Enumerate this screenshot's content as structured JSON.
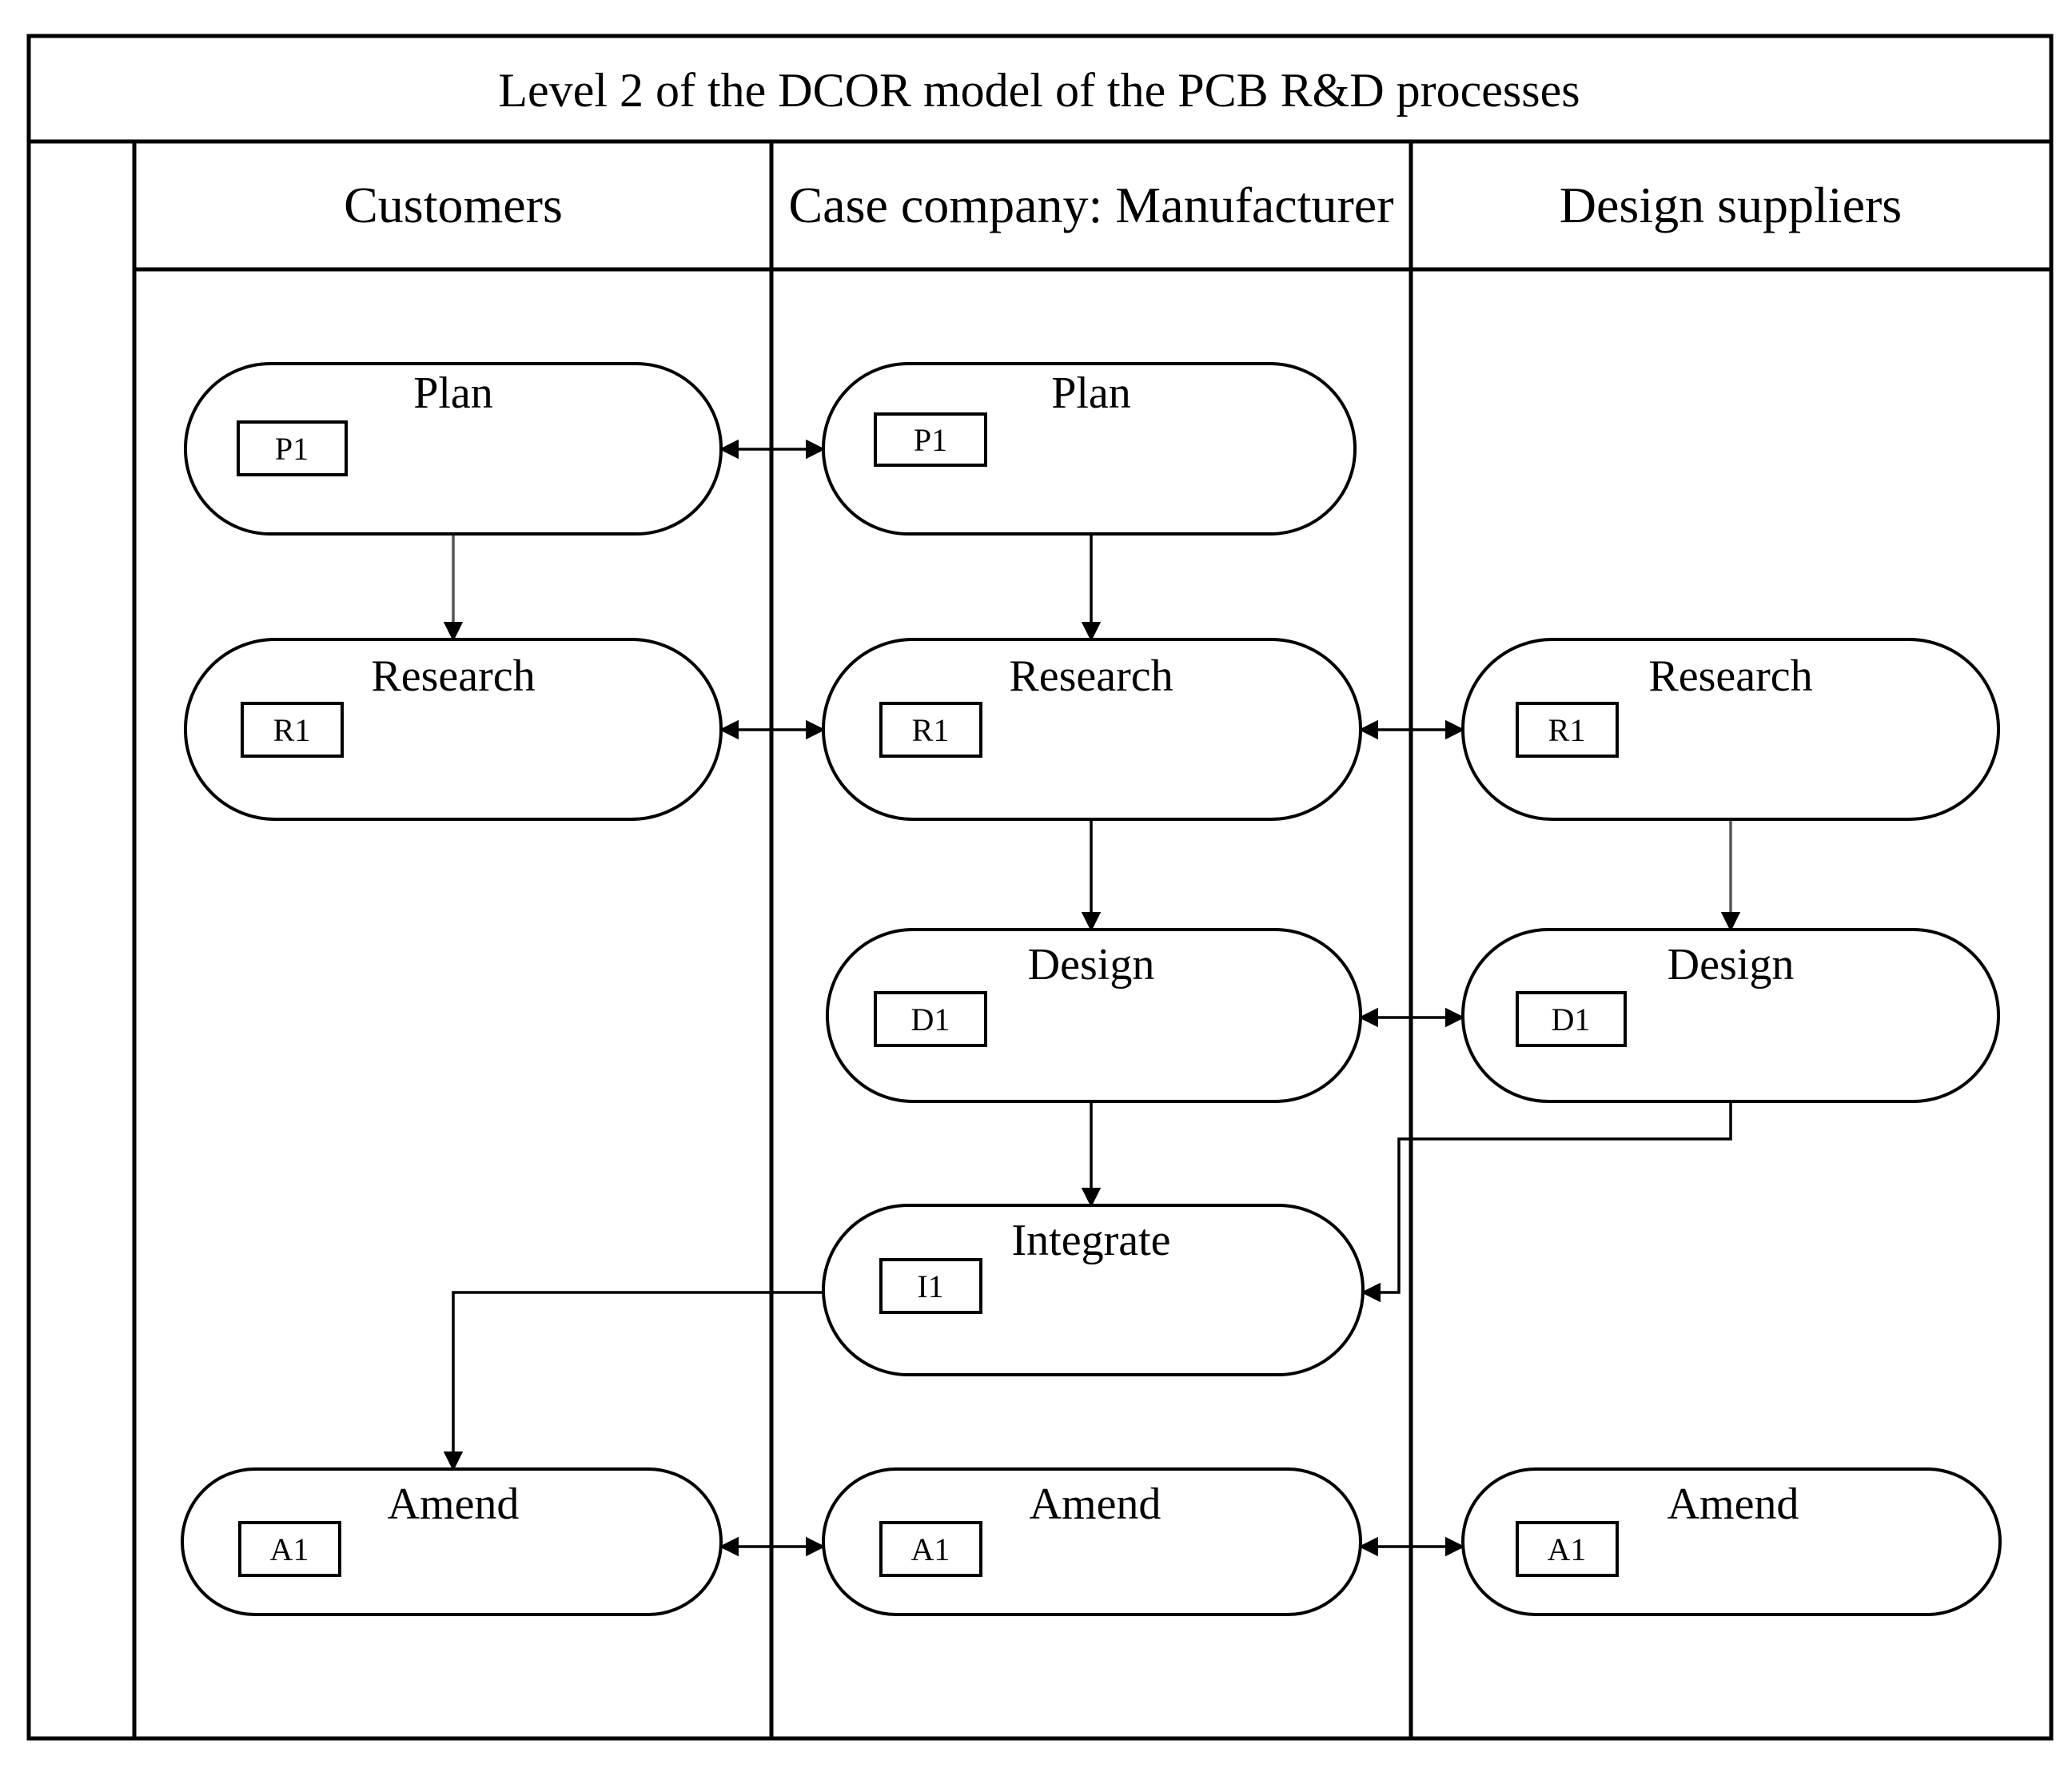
{
  "title": "Level 2 of the DCOR model of the PCB R&D processes",
  "lanes": [
    {
      "id": "customers",
      "label": "Customers"
    },
    {
      "id": "manufacturer",
      "label": "Case company: Manufacturer"
    },
    {
      "id": "suppliers",
      "label": "Design suppliers"
    }
  ],
  "nodes": [
    {
      "id": "c-plan",
      "lane": "customers",
      "label": "Plan",
      "code": "P1"
    },
    {
      "id": "c-research",
      "lane": "customers",
      "label": "Research",
      "code": "R1"
    },
    {
      "id": "c-amend",
      "lane": "customers",
      "label": "Amend",
      "code": "A1"
    },
    {
      "id": "m-plan",
      "lane": "manufacturer",
      "label": "Plan",
      "code": "P1"
    },
    {
      "id": "m-research",
      "lane": "manufacturer",
      "label": "Research",
      "code": "R1"
    },
    {
      "id": "m-design",
      "lane": "manufacturer",
      "label": "Design",
      "code": "D1"
    },
    {
      "id": "m-integrate",
      "lane": "manufacturer",
      "label": "Integrate",
      "code": "I1"
    },
    {
      "id": "m-amend",
      "lane": "manufacturer",
      "label": "Amend",
      "code": "A1"
    },
    {
      "id": "s-research",
      "lane": "suppliers",
      "label": "Research",
      "code": "R1"
    },
    {
      "id": "s-design",
      "lane": "suppliers",
      "label": "Design",
      "code": "D1"
    },
    {
      "id": "s-amend",
      "lane": "suppliers",
      "label": "Amend",
      "code": "A1"
    }
  ],
  "edges": [
    {
      "from": "c-plan",
      "to": "m-plan",
      "type": "bidirectional"
    },
    {
      "from": "c-plan",
      "to": "c-research",
      "type": "directed"
    },
    {
      "from": "m-plan",
      "to": "m-research",
      "type": "directed"
    },
    {
      "from": "c-research",
      "to": "m-research",
      "type": "bidirectional"
    },
    {
      "from": "m-research",
      "to": "s-research",
      "type": "bidirectional"
    },
    {
      "from": "m-research",
      "to": "m-design",
      "type": "directed"
    },
    {
      "from": "s-research",
      "to": "s-design",
      "type": "directed"
    },
    {
      "from": "m-design",
      "to": "s-design",
      "type": "bidirectional"
    },
    {
      "from": "m-design",
      "to": "m-integrate",
      "type": "directed"
    },
    {
      "from": "s-design",
      "to": "m-integrate",
      "type": "directed"
    },
    {
      "from": "m-integrate",
      "to": "c-amend",
      "type": "directed"
    },
    {
      "from": "c-amend",
      "to": "m-amend",
      "type": "bidirectional"
    },
    {
      "from": "m-amend",
      "to": "s-amend",
      "type": "bidirectional"
    }
  ]
}
